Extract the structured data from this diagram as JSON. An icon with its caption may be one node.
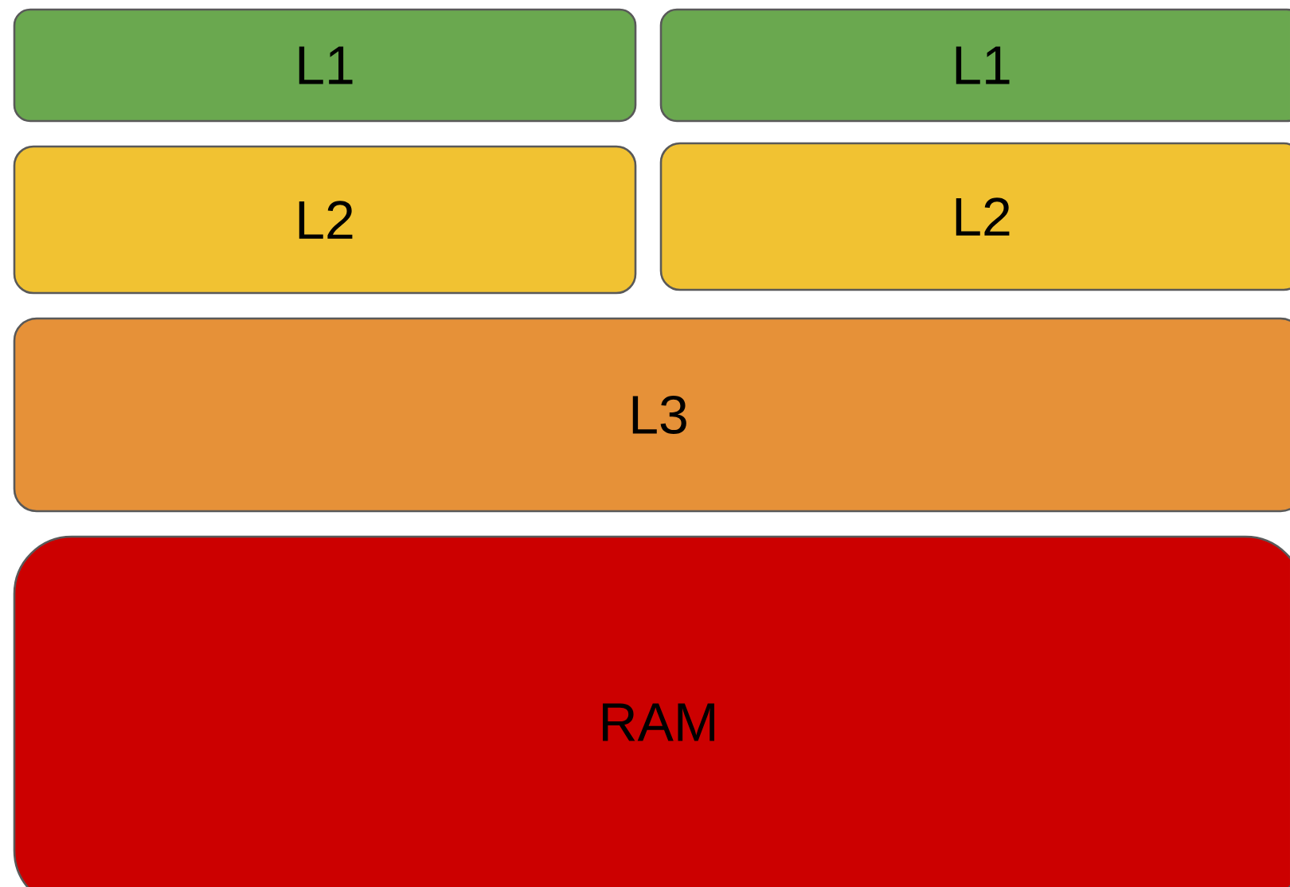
{
  "diagram": {
    "nodes": [
      {
        "text": [
          "L1"
        ]
      },
      {
        "text": [
          "L1"
        ]
      },
      {
        "text": [
          "L2"
        ]
      },
      {
        "text": [
          "L2"
        ]
      },
      {
        "text": [
          "L3"
        ]
      },
      {
        "text": [
          "RAM"
        ]
      }
    ]
  }
}
